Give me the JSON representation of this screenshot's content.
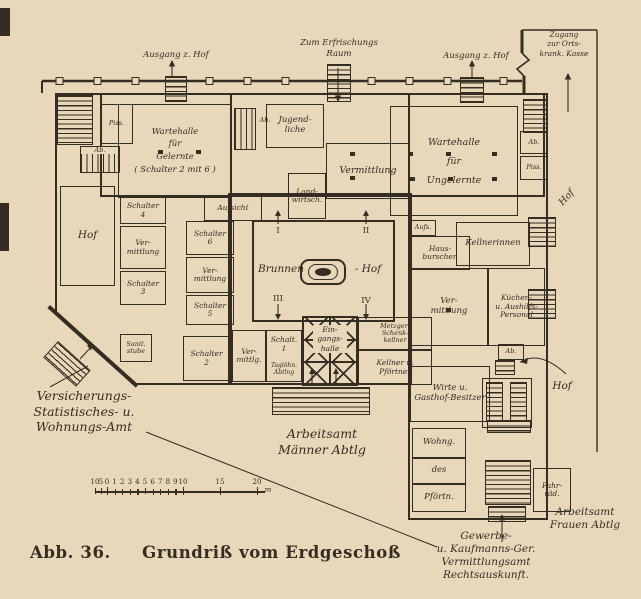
{
  "figure": {
    "abb": "Abb. 36.",
    "title": "Grundriß vom Erdgeschoß"
  },
  "colors": {
    "paper": "#e9d7ba",
    "ink": "#332d24"
  },
  "annotations": {
    "exit_hof_left": "Ausgang z. Hof",
    "refreshment": "Zum Erfrischungs\nRaum",
    "exit_hof_right": "Ausgang z. Hof",
    "krank_kasse": "Zugang\nzur Orts-\nkrank. Kasse",
    "versicherung": "Versicherungs-\nStatistisches- u.\nWohnungs-Amt",
    "amt_maenner": "Arbeitsamt\nMänner Abtlg",
    "amt_frauen": "Arbeitsamt\nFrauen Abtlg",
    "gewerbe": "Gewerbe-\nu. Kaufmanns-Ger.\nVermittlungsamt\nRechtsauskunft."
  },
  "rooms": {
    "piss_tl": "Piss.",
    "ab_tl": "Ab.",
    "wartehalle_gelernte": "Wartehalle\nfür\nGelernte\n( Schalter 2 mit 6 )",
    "ab_mid": "Ab.",
    "jugendliche": "Jugend-\nliche",
    "vermittlung_mitte": "Vermittlung",
    "landwirtsch": "Land-\nwirtsch.",
    "wartehalle_ungelernte": "Wartehalle\nfür\nUngelernte",
    "ab_tr": "Ab.",
    "piss_tr": "Piss.",
    "hof_links": "Hof",
    "schalter4": "Schalter\n4",
    "verm_l1": "Ver-\nmittlung",
    "schalter3": "Schalter\n3",
    "aufsicht": "Aufsicht",
    "schalter6": "Schalter\n6",
    "verm_l2": "Ver-\nmittlung",
    "schalter5": "Schalter\n5",
    "sanitstube": "Sanit.\nstube",
    "schalter2": "Schalter\n2",
    "verm_mittlg": "Ver-\nmittlg.",
    "schalt1": "Schalt.\n1",
    "schalt1_sub": "Taglöhn.\nAbtlng",
    "eingangshalle": "Ein-\ngangs-\nhalle",
    "metzger": "Metzger-\nSchenk-\nkellner",
    "kellner_pfoertner": "Kellner u.\nPförtner",
    "brunnen": "Brunnen",
    "brunnen_hof": "- Hof",
    "aufs": "Aufs.",
    "hausburschen": "Haus-\nburschen",
    "kellnerinnen": "Kellnerinnen",
    "verm_rechts": "Ver-\nmittlung",
    "kuechenpersonal": "Küchen-\nu. Aushilfs-\nPersonal",
    "ab_br": "Ab.",
    "wirte": "Wirte u.\nGasthof-Besitzer",
    "hof_rechts": "Hof",
    "hof_unten_rechts": "Hof",
    "wohng": "Wohng.",
    "des": "des",
    "pfoertn": "Pförtn.",
    "fahrraeder": "Fahr-\nräd."
  },
  "markers": {
    "i": "I",
    "ii": "II",
    "iii": "III",
    "iv": "IV"
  },
  "scale": {
    "labels": [
      "10",
      "5",
      "0",
      "1",
      "2",
      "3",
      "4",
      "5",
      "6",
      "7",
      "8",
      "9",
      "10",
      "15",
      "20"
    ],
    "unit": "m"
  }
}
